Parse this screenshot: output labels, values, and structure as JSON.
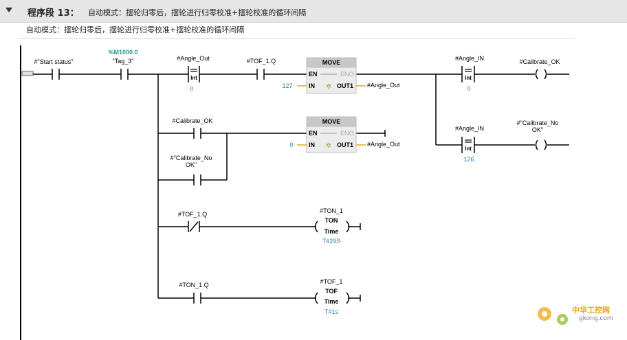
{
  "network": {
    "label": "程序段 13：",
    "title": "自动模式：摆轮归零后，摆轮进行归零校准+摆轮校准的循环间隔",
    "comment": "自动模式：摆轮归零后，摆轮进行归零校准+摆轮校准的循环间隔"
  },
  "contacts": {
    "start_status": "#\"Start status\"",
    "tag3_address": "%M1000.0",
    "tag3_name": "\"Tag_3\"",
    "angle_out_name": "#Angle_Out",
    "angle_out_type": "Int",
    "angle_out_value": "0",
    "tof_q_1": "#TOF_1.Q",
    "calibrate_ok": "#Calibrate_OK",
    "calibrate_nook_line1": "#\"Calibrate_No",
    "calibrate_nook_line2": "OK\"",
    "tof_q_2": "#TOF_1.Q",
    "ton_q": "#TON_1.Q",
    "angle_in_1_name": "#Angle_IN",
    "angle_in_1_type": "Int",
    "angle_in_1_value": "0",
    "angle_in_2_name": "#Angle_IN",
    "angle_in_2_type": "Int",
    "angle_in_2_value": "126"
  },
  "move1": {
    "title": "MOVE",
    "en": "EN",
    "eno": "ENO",
    "in": "IN",
    "out": "OUT1",
    "in_value": "127",
    "out_value": "#Angle_Out"
  },
  "move2": {
    "title": "MOVE",
    "en": "EN",
    "eno": "ENO",
    "in": "IN",
    "out": "OUT1",
    "in_value": "0",
    "out_value": "#Angle_Out"
  },
  "coils": {
    "calibrate_ok": "#Calibrate_OK",
    "calibrate_nook_line1": "#\"Calibrate_No",
    "calibrate_nook_line2": "OK\""
  },
  "timers": {
    "ton": {
      "instance": "#TON_1",
      "type": "TON",
      "time_label": "Time",
      "preset": "T#29S"
    },
    "tof": {
      "instance": "#TOF_1",
      "type": "TOF",
      "time_label": "Time",
      "preset": "T#1s"
    }
  },
  "watermark": {
    "line1": "中华工控网",
    "line2": "gkong.com"
  },
  "colors": {
    "accent_blue": "#2b7bb9",
    "tag_green": "#2e9a8e",
    "wire": "#000000",
    "box_fill": "#ececec",
    "box_title": "#c8c8c8",
    "watermark": "#e8a419"
  }
}
